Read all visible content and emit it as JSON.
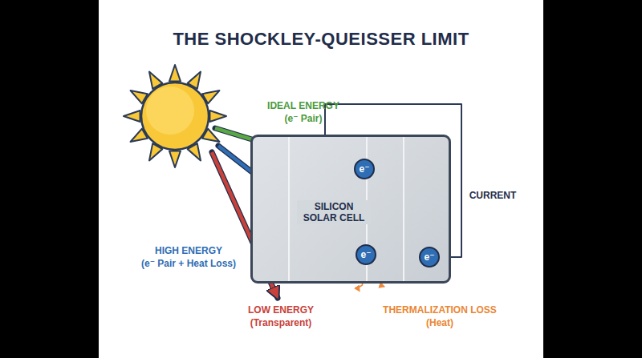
{
  "diagram": {
    "title": "THE SHOCKLEY-QUEISSER LIMIT",
    "nodes": [
      {
        "text": [
          "SILICON SOLAR CELL"
        ]
      },
      {
        "text": [
          "e⁻"
        ],
        "in": 0
      },
      {
        "text": [
          "e⁻"
        ],
        "in": 0
      },
      {
        "text": [
          "e⁻"
        ],
        "in": 0
      }
    ],
    "edges": [
      {
        "from": 2,
        "to": 3,
        "arrow": "to"
      },
      {
        "from": 3,
        "to": 0,
        "arrow": "none"
      }
    ],
    "labels": [
      "IDEAL ENERGY",
      "(e⁻ Pair)",
      "HIGH ENERGY",
      "(e⁻ Pair + Heat Loss)",
      "LOW ENERGY",
      "(Transparent)",
      "THERMALIZATION LOSS",
      "(Heat)",
      "CURRENT"
    ]
  }
}
